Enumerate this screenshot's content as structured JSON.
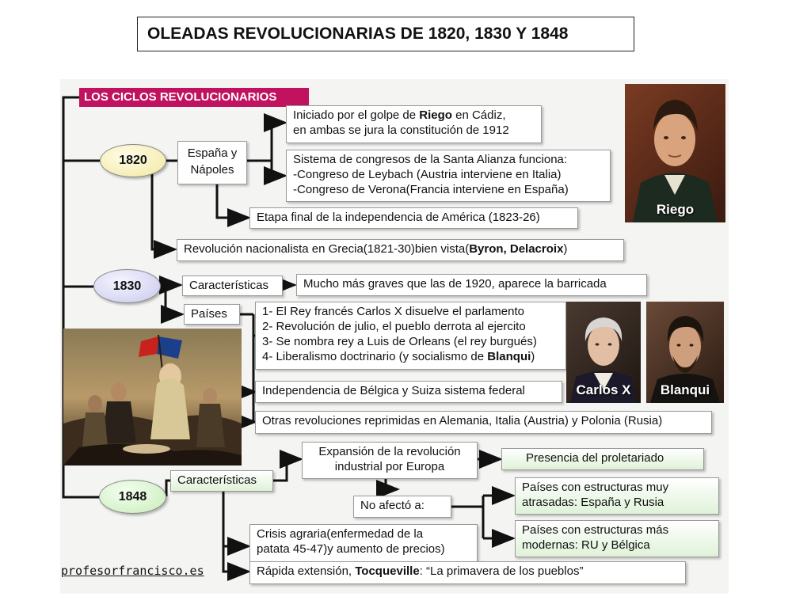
{
  "title": "OLEADAS REVOLUCIONARIAS DE 1820, 1830 Y 1848",
  "banner": "LOS CICLOS REVOLUCIONARIOS",
  "years": {
    "y1820": "1820",
    "y1830": "1830",
    "y1848": "1848"
  },
  "nodes": {
    "espana_napoles_1": "España y",
    "espana_napoles_2": "Nápoles",
    "riego_1_a": "Iniciado por el golpe de ",
    "riego_1_b": "Riego",
    "riego_1_c": " en Cádiz,",
    "riego_2": "en ambas se jura la constitución de 1912",
    "congresos_1": "Sistema de congresos de la Santa Alianza funciona:",
    "congresos_2": "-Congreso de Leybach (Austria interviene en Italia)",
    "congresos_3": "-Congreso de Verona(Francia interviene en España)",
    "america": "Etapa final de la independencia de América (1823-26)",
    "grecia_a": "Revolución nacionalista en Grecia(1821-30)bien vista(",
    "grecia_b": "Byron, Delacroix",
    "grecia_c": ")",
    "caract_1830": "Características",
    "graves": "Mucho más graves que las de 1920, aparece la barricada",
    "paises": "Países",
    "francia_1": "1- El Rey francés Carlos X disuelve el parlamento",
    "francia_2": "2- Revolución de julio, el pueblo derrota al ejercito",
    "francia_3": "3- Se nombra rey a Luis de Orleans (el rey burgués)",
    "francia_4_a": "4- Liberalismo doctrinario (y socialismo de ",
    "francia_4_b": "Blanqui",
    "francia_4_c": ")",
    "belgica": "Independencia de Bélgica y Suiza sistema federal",
    "otras": "Otras revoluciones reprimidas en Alemania, Italia (Austria) y Polonia (Rusia)",
    "caract_1848": "Características",
    "expansion_1": "Expansión de la revolución",
    "expansion_2": "industrial por Europa",
    "proletariado": "Presencia del proletariado",
    "no_afecto": "No afectó a:",
    "atrasadas_1": "Países con estructuras muy",
    "atrasadas_2": "atrasadas: España y Rusia",
    "modernas_1": "Países con estructuras más",
    "modernas_2": "modernas: RU y Bélgica",
    "crisis_1": "Crisis agraria(enfermedad de la",
    "crisis_2": "patata 45-47)y aumento de precios)",
    "rapida_a": "Rápida extensión, ",
    "rapida_b": "Tocqueville",
    "rapida_c": ": “La primavera de los pueblos”"
  },
  "portraits": {
    "riego": "Riego",
    "carlos": "Carlos X",
    "blanqui": "Blanqui"
  },
  "credit": "profesorfrancisco.es",
  "colors": {
    "banner": "#c0125f",
    "line": "#111111"
  }
}
